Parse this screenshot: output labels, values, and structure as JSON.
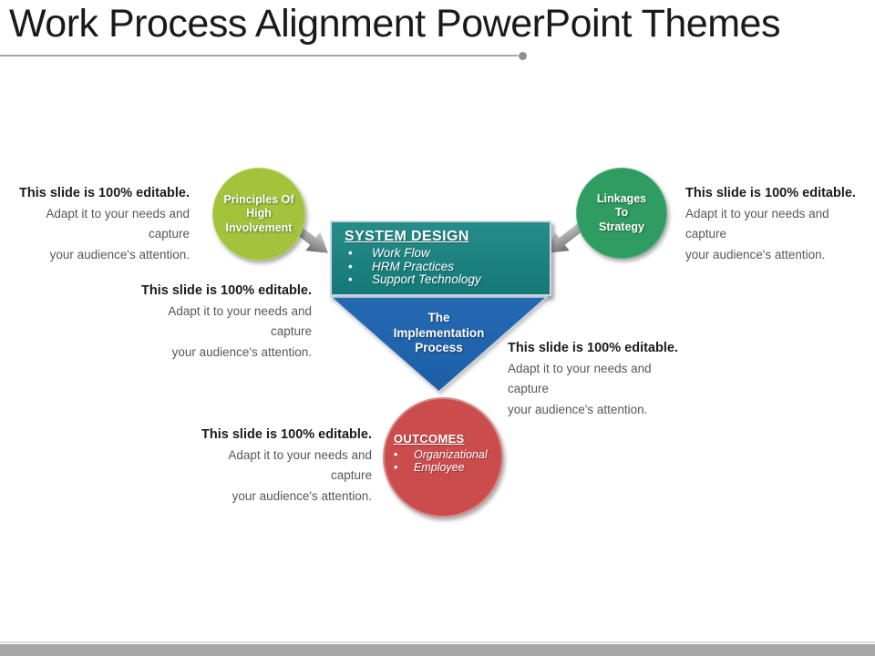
{
  "slide": {
    "title": "Work Process Alignment PowerPoint Themes"
  },
  "diagram": {
    "bullet_char": "•",
    "principles_circle": {
      "line1": "Principles Of",
      "line2": "High",
      "line3": "Involvement",
      "color": "#a4c33c"
    },
    "linkages_circle": {
      "line1": "Linkages",
      "line2": "To",
      "line3": "Strategy",
      "color": "#2f9d62"
    },
    "system_design_box": {
      "heading": "SYSTEM DESIGN",
      "bullets": [
        "Work Flow",
        "HRM Practices",
        "Support Technology"
      ],
      "color": "#1e827f"
    },
    "implementation_triangle": {
      "line1": "The",
      "line2": "Implementation",
      "line3": "Process",
      "color": "#2166ae"
    },
    "outcomes_circle": {
      "heading": "OUTCOMES",
      "bullets": [
        "Organizational",
        "Employee"
      ],
      "color": "#cb4c4c"
    },
    "arrow_color_light": "#e0e0e0",
    "arrow_color_dark": "#6f6f6f"
  },
  "captions": {
    "heading": "This slide is 100% editable.",
    "body_line1": "Adapt it to your needs and capture",
    "body_line2": "your audience's attention."
  },
  "footer": {
    "bar_color": "#a6a6a6"
  }
}
